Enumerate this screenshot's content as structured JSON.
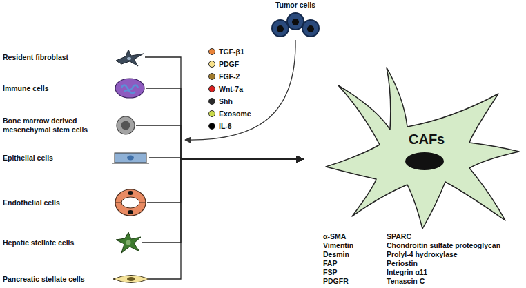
{
  "diagram": {
    "nodes": [
      {
        "text": [
          "Tumor cells"
        ]
      },
      {
        "text": [
          "Resident fibroblast"
        ]
      },
      {
        "text": [
          "Immune cells"
        ]
      },
      {
        "text": [
          "Bone marrow derived mesenchymal stem cells"
        ]
      },
      {
        "text": [
          "Epithelial cells"
        ]
      },
      {
        "text": [
          "Endothelial cells"
        ]
      },
      {
        "text": [
          "Hepatic stellate cells"
        ]
      },
      {
        "text": [
          "Pancreatic stellate cells"
        ]
      },
      {
        "text": [
          "CAFs"
        ]
      }
    ],
    "edges": [
      {
        "from": 1,
        "to": 8,
        "arrow": "to"
      },
      {
        "from": 2,
        "to": 8,
        "arrow": "to"
      },
      {
        "from": 3,
        "to": 8,
        "arrow": "to"
      },
      {
        "from": 4,
        "to": 8,
        "arrow": "to"
      },
      {
        "from": 5,
        "to": 8,
        "arrow": "to"
      },
      {
        "from": 6,
        "to": 8,
        "arrow": "to"
      },
      {
        "from": 7,
        "to": 8,
        "arrow": "to"
      }
    ],
    "labels": [
      "α-SMA",
      "SPARC",
      "Vimentin",
      "Chondroitin sulfate proteoglycan",
      "Desmin",
      "Prolyl-4 hydroxylase",
      "FAP",
      "Periostin",
      "FSP",
      "Integrin α11",
      "PDGFR",
      "Tenascin C"
    ],
    "legend": [
      {
        "text": "TGF-β1",
        "color": "#e8833a"
      },
      {
        "text": "PDGF",
        "color": "#f7e08a"
      },
      {
        "text": "FGF-2",
        "color": "#a07a2c"
      },
      {
        "text": "Wnt-7a",
        "color": "#d92020"
      },
      {
        "text": "Shh",
        "color": "#2b2b2b"
      },
      {
        "text": "Exosome",
        "color": "#c8d84a"
      },
      {
        "text": "IL-6",
        "color": "#000000"
      }
    ]
  }
}
